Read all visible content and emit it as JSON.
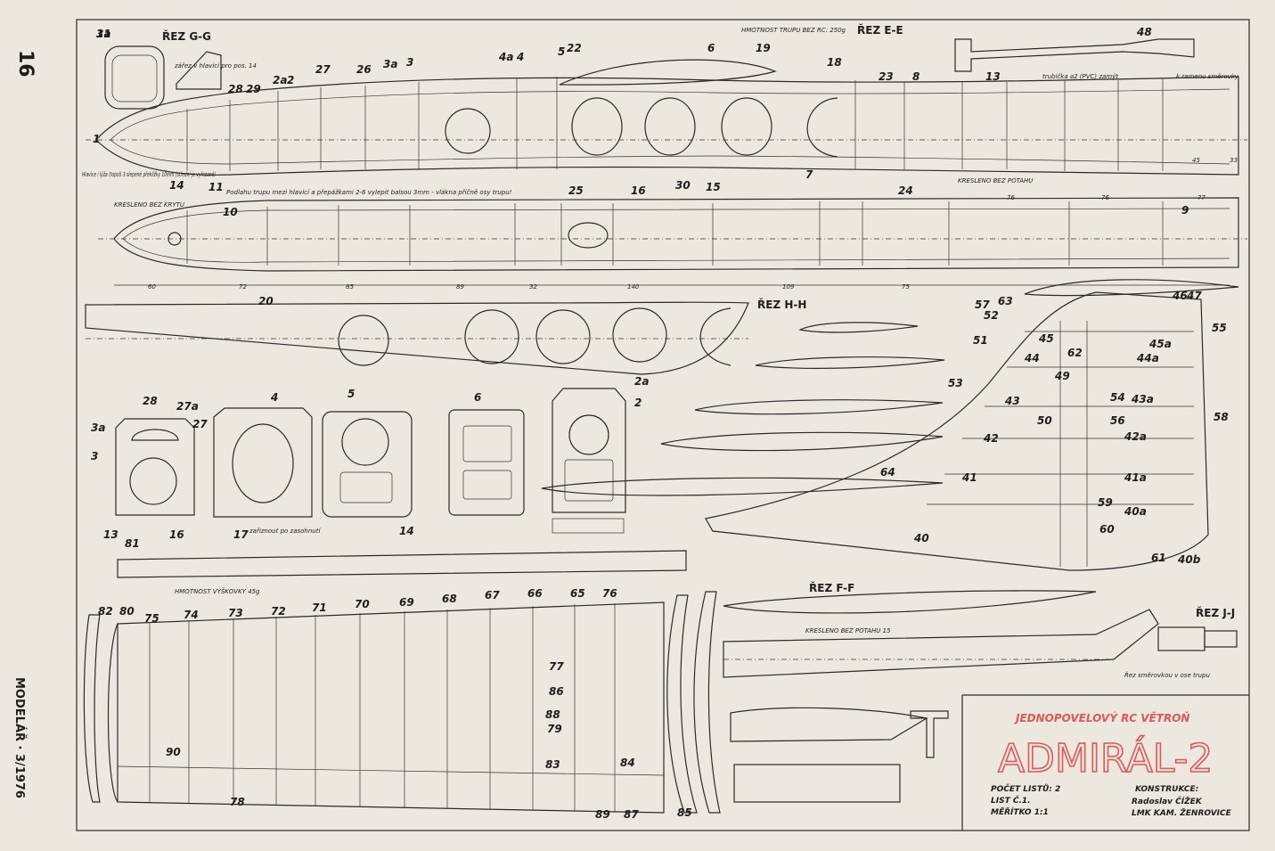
{
  "margin": {
    "page_number": "16",
    "magazine": "MODELÁŘ · 3/1976"
  },
  "title_block": {
    "subtitle": "JEDNOPOVELOVÝ RC VĚTROŇ",
    "title": "ADMIRÁL-2",
    "sheets": "POČET LISTŮ: 2",
    "sheet_no": "LIST Č.1.",
    "scale": "MĚŘÍTKO 1:1",
    "construction_label": "KONSTRUKCE:",
    "designer": "Radoslav ČÍŽEK",
    "club": "LMK KAM. ŽENROVICE",
    "colors": {
      "red": "#e05757",
      "ink": "#1d1d1d",
      "paper": "#ece8df"
    }
  },
  "sections": {
    "g": "ŘEZ G-G",
    "e": "ŘEZ E-E",
    "h": "ŘEZ H-H",
    "f": "ŘEZ F-F",
    "j": "ŘEZ J-J"
  },
  "notes": {
    "fuselage_weight": "HMOTNOST TRUPU BEZ RC: 250g",
    "stab_weight": "HMOTNOST VÝŠKOVKY 45g",
    "no_cover_1": "KRESLENO BEZ POTAHU",
    "no_cover_2": "KRESLENO BEZ POTAHU 15",
    "no_canopy": "KRESLENO BEZ KRYTU",
    "head": "Hlavice i lýža (topol) 3 slepené překližky 10mm (středni je vyřezané)",
    "bottom": "Podlahu trupu mezi hlavicí a přepážkami 2-6 vylepit balsou 3mm - vlákna příčně osy trupu!",
    "cut": "zářez v hlavici pro pos. 14",
    "sand": "zařiznout po zasohnutí",
    "rudder_axis": "Řez směrovkou v ose trupu",
    "tube": "trubička ⌀2 (PVC) zamýt",
    "horn": "k ramenu směrovky"
  },
  "fuselage_labels": [
    "1a",
    "1",
    "2",
    "2a",
    "3",
    "3a",
    "4",
    "4a",
    "5",
    "6",
    "7",
    "8",
    "9",
    "10",
    "11",
    "13",
    "14",
    "15",
    "16",
    "18",
    "19",
    "20",
    "22",
    "23",
    "24",
    "25",
    "26",
    "27",
    "28",
    "29",
    "30",
    "31"
  ],
  "dims": [
    "60",
    "72",
    "85",
    "89",
    "32",
    "140",
    "109",
    "75",
    "76",
    "76",
    "77",
    "45",
    "33"
  ],
  "formers": [
    "28",
    "27a",
    "27",
    "3a",
    "3",
    "13",
    "16",
    "2",
    "4",
    "5",
    "17",
    "14",
    "6",
    "2a",
    "81"
  ],
  "tail_labels": [
    "45",
    "45a",
    "44",
    "44a",
    "43",
    "43a",
    "42",
    "42a",
    "41",
    "41a",
    "46",
    "47",
    "48",
    "49",
    "50",
    "51",
    "52",
    "53",
    "54",
    "55",
    "56",
    "57",
    "58",
    "59",
    "60",
    "61",
    "62",
    "63",
    "64",
    "40",
    "40a",
    "40b"
  ],
  "stab_labels": [
    "82",
    "80",
    "75",
    "74",
    "73",
    "72",
    "71",
    "70",
    "69",
    "68",
    "67",
    "66",
    "65",
    "76",
    "77",
    "78",
    "79",
    "83",
    "84",
    "85",
    "86",
    "87",
    "88",
    "89",
    "90"
  ]
}
